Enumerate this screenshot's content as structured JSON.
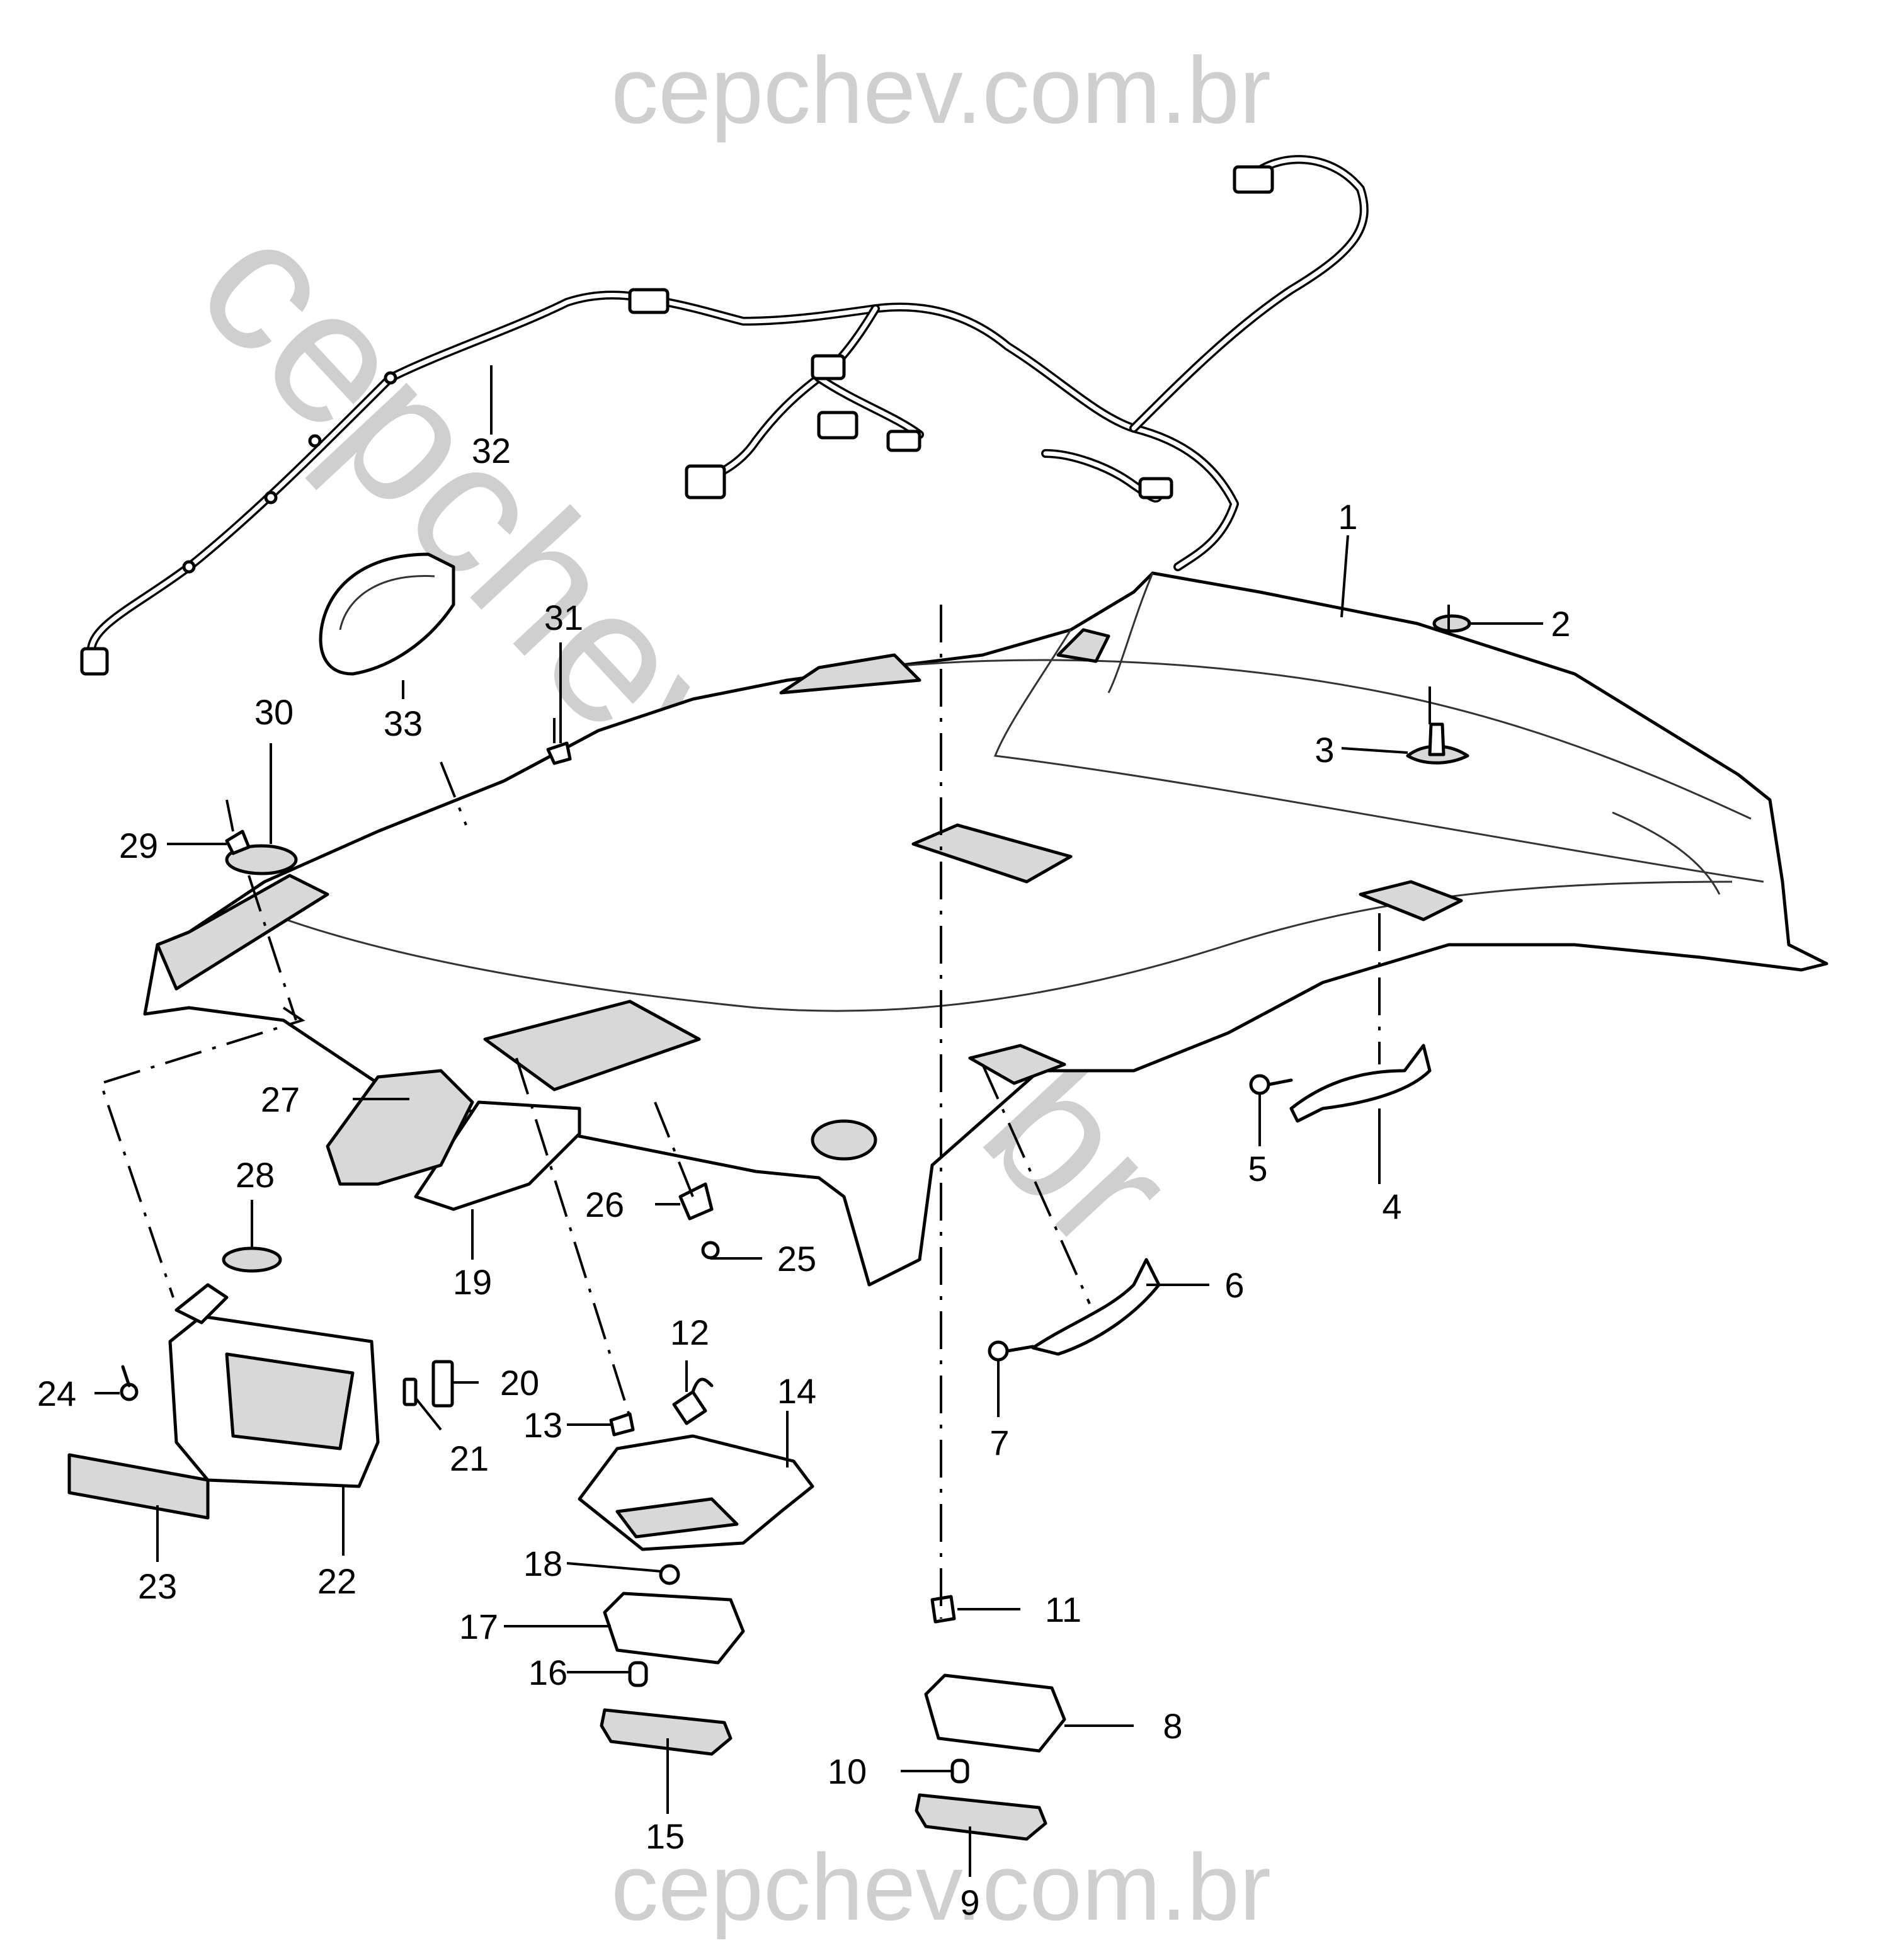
{
  "watermark": {
    "top": "cepchev.com.br",
    "diagonal": "cepchev.com.br",
    "bottom": "cepchev.com.br",
    "color": "#cfcfcf"
  },
  "callouts": [
    "1",
    "2",
    "3",
    "4",
    "5",
    "6",
    "7",
    "8",
    "9",
    "10",
    "11",
    "12",
    "13",
    "14",
    "15",
    "16",
    "17",
    "18",
    "19",
    "20",
    "21",
    "22",
    "23",
    "24",
    "25",
    "26",
    "27",
    "28",
    "29",
    "30",
    "31",
    "32",
    "33"
  ]
}
